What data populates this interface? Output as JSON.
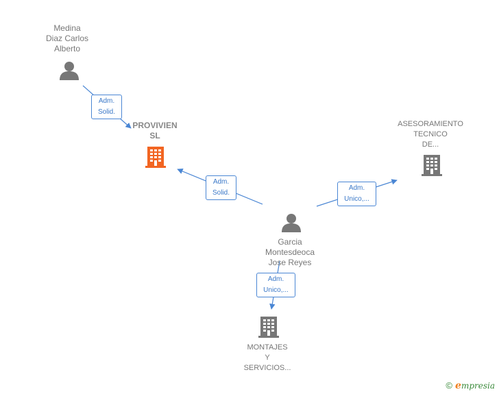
{
  "nodes": {
    "person_medina": {
      "lines": [
        "Medina",
        "Diaz Carlos",
        "Alberto"
      ]
    },
    "company_provivien": {
      "lines": [
        "PROVIVIEN",
        "SL"
      ]
    },
    "company_asesoramiento": {
      "lines": [
        "ASESORAMIENTO",
        "TECNICO",
        "DE..."
      ]
    },
    "person_garcia": {
      "lines": [
        "Garcia",
        "Montesdeoca",
        "Jose Reyes"
      ]
    },
    "company_montajes": {
      "lines": [
        "MONTAJES",
        "Y",
        "SERVICIOS..."
      ]
    }
  },
  "edges": {
    "medina_provivien": {
      "lines": [
        "Adm.",
        "Solid."
      ]
    },
    "garcia_provivien": {
      "lines": [
        "Adm.",
        "Solid."
      ]
    },
    "garcia_asesoramiento": {
      "lines": [
        "Adm.",
        "Unico,..."
      ]
    },
    "garcia_montajes": {
      "lines": [
        "Adm.",
        "Unico,..."
      ]
    }
  },
  "colors": {
    "edge": "#4a86d4",
    "person_icon": "#777777",
    "company_icon": "#777777",
    "focus_company_icon": "#f26522"
  },
  "footer": {
    "copyright_symbol": "©",
    "brand_initial": "e",
    "brand_rest": "mpresia"
  }
}
